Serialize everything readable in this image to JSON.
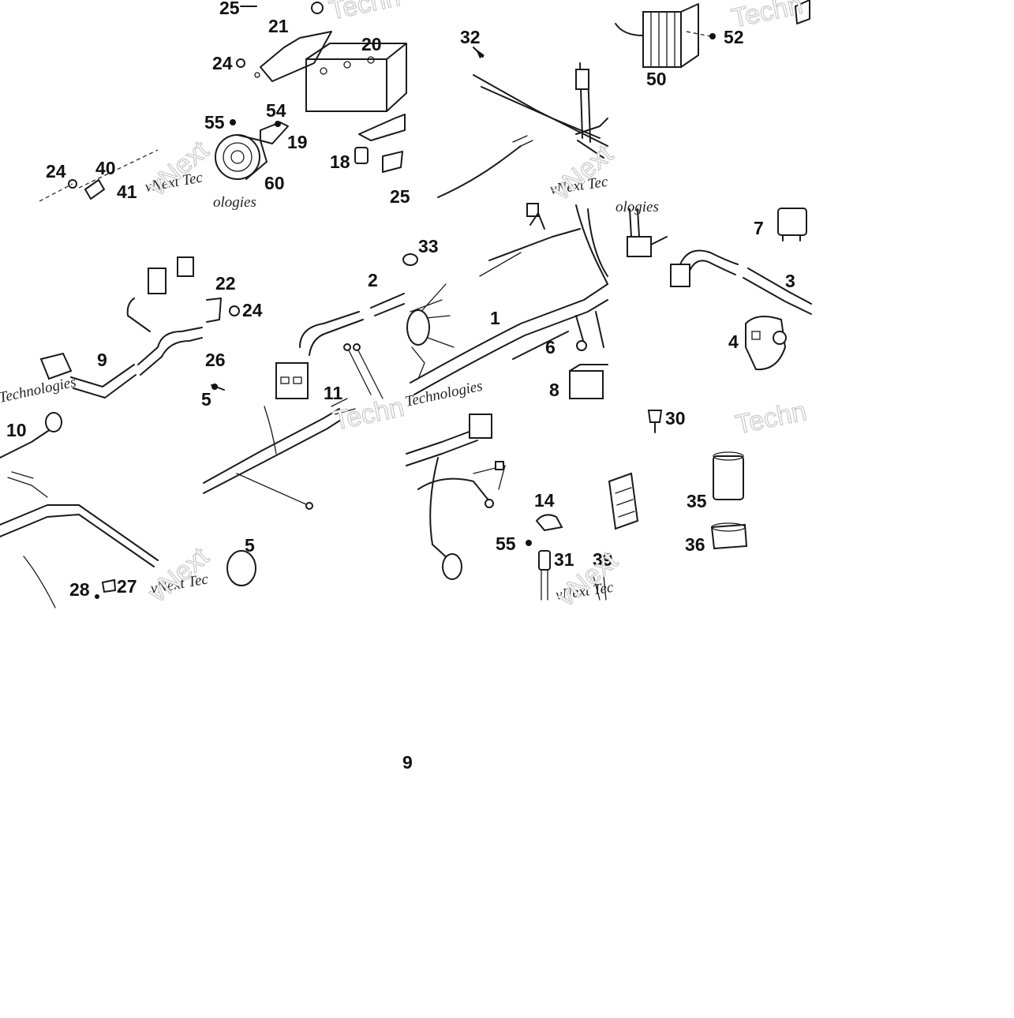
{
  "watermark": {
    "word_a": "vNext Tec",
    "word_b": "Technologies",
    "word_c": "Techn",
    "word_d": "vNext",
    "word_e": "ologies"
  },
  "callouts": {
    "c25a": "25",
    "c21": "21",
    "c20": "20",
    "c24a": "24",
    "c55a": "55",
    "c54": "54",
    "c19": "19",
    "c60": "60",
    "c18": "18",
    "c24b": "24",
    "c40": "40",
    "c41": "41",
    "c25b": "25",
    "c32": "32",
    "c52": "52",
    "c50": "50",
    "c9": "9",
    "c22": "22",
    "c24c": "24",
    "c26": "26",
    "c2": "2",
    "c33": "33",
    "c1": "1",
    "c6": "6",
    "c8": "8",
    "c7": "7",
    "c3": "3",
    "c4": "4",
    "c10": "10",
    "c11": "11",
    "c5a": "5",
    "c5b": "5",
    "c28": "28",
    "c27": "27",
    "c14": "14",
    "c55b": "55",
    "c31": "31",
    "c39": "39",
    "c30": "30",
    "c35": "35",
    "c36": "36",
    "c9b": "9"
  }
}
